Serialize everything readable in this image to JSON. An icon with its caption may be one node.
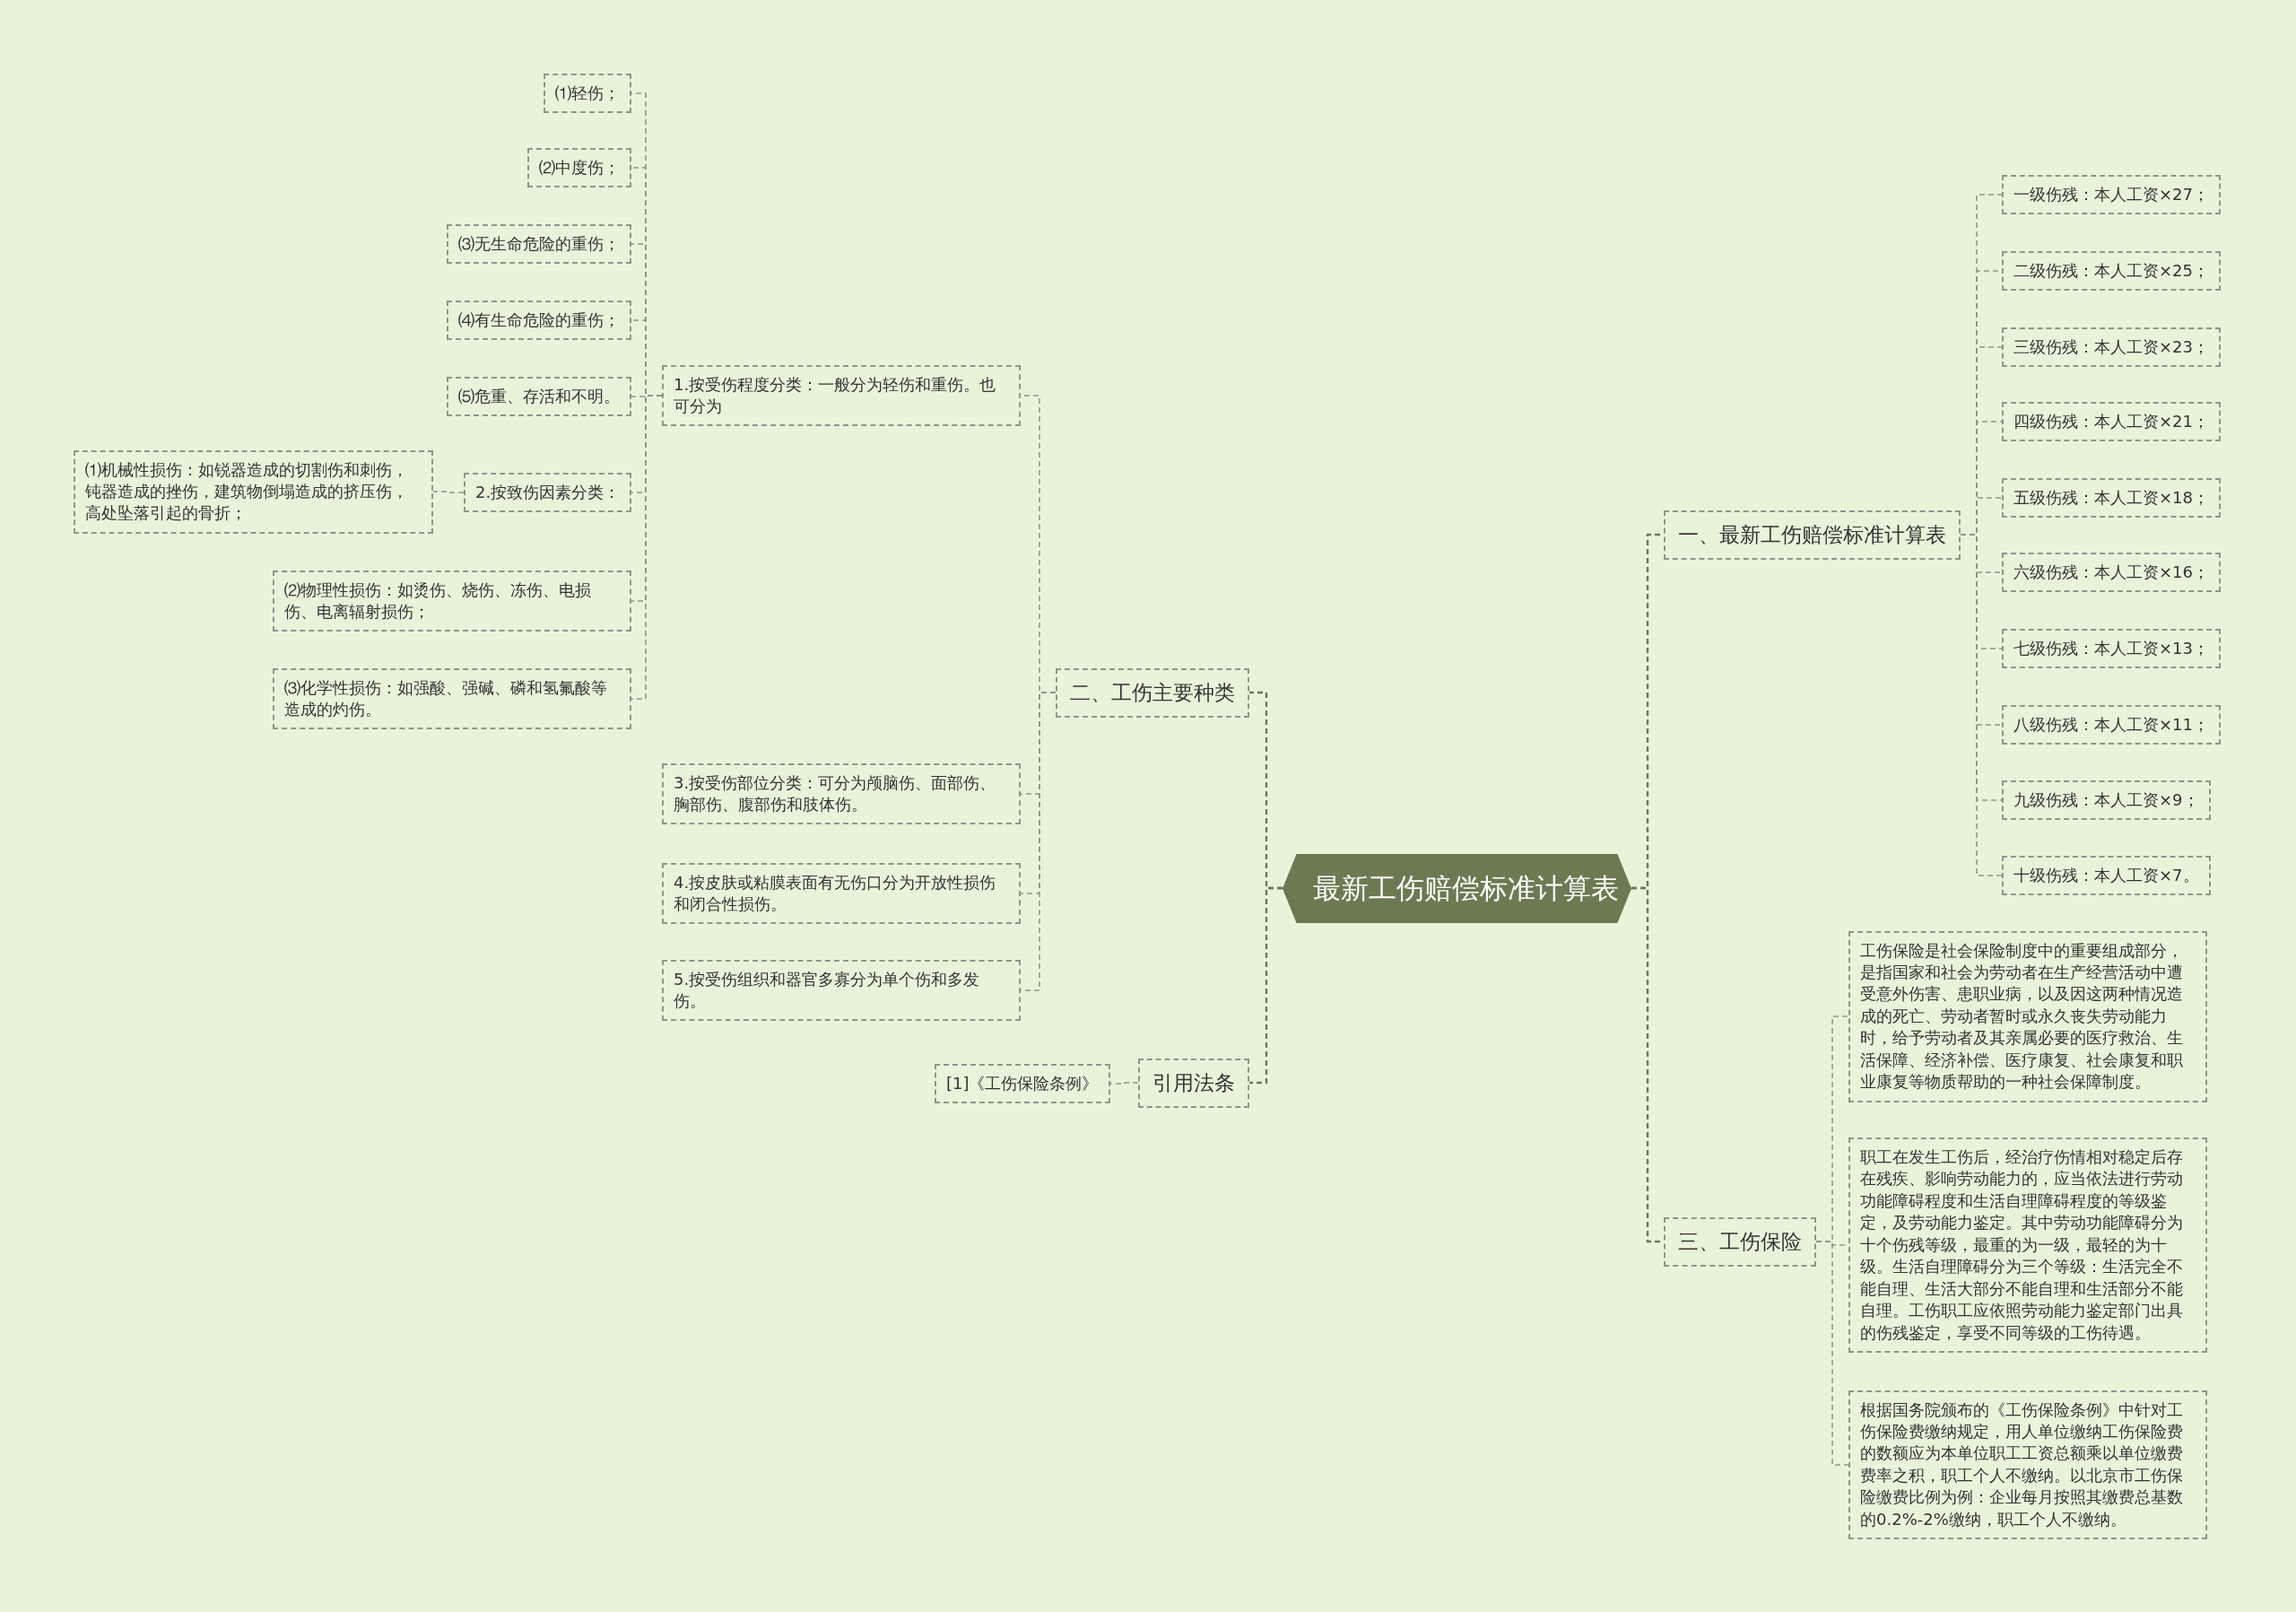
{
  "diagram": {
    "nodes": [
      {
        "text": [
          "最新工伤赔偿标准计算表"
        ]
      },
      {
        "text": [
          "一、最新工伤赔偿标准计算表"
        ]
      },
      {
        "text": [
          "一级伤残：本人工资×27；"
        ]
      },
      {
        "text": [
          "二级伤残：本人工资×25；"
        ]
      },
      {
        "text": [
          "三级伤残：本人工资×23；"
        ]
      },
      {
        "text": [
          "四级伤残：本人工资×21；"
        ]
      },
      {
        "text": [
          "五级伤残：本人工资×18；"
        ]
      },
      {
        "text": [
          "六级伤残：本人工资×16；"
        ]
      },
      {
        "text": [
          "七级伤残：本人工资×13；"
        ]
      },
      {
        "text": [
          "八级伤残：本人工资×11；"
        ]
      },
      {
        "text": [
          "九级伤残：本人工资×9；"
        ]
      },
      {
        "text": [
          "十级伤残：本人工资×7。"
        ]
      },
      {
        "text": [
          "二、工伤主要种类"
        ]
      },
      {
        "text": [
          "1.按受伤程度分类：一般分为轻伤和重伤。也可分为"
        ]
      },
      {
        "text": [
          "⑴轻伤；"
        ]
      },
      {
        "text": [
          "⑵中度伤；"
        ]
      },
      {
        "text": [
          "⑶无生命危险的重伤；"
        ]
      },
      {
        "text": [
          "⑷有生命危险的重伤；"
        ]
      },
      {
        "text": [
          "⑸危重、存活和不明。"
        ]
      },
      {
        "text": [
          "2.按致伤因素分类："
        ]
      },
      {
        "text": [
          "⑴机械性损伤：如锐器造成的切割伤和刺伤，钝器造成的挫伤，建筑物倒塌造成的挤压伤，高处坠落引起的骨折；"
        ]
      },
      {
        "text": [
          "⑵物理性损伤：如烫伤、烧伤、冻伤、电损伤、电离辐射损伤；"
        ]
      },
      {
        "text": [
          "⑶化学性损伤：如强酸、强碱、磷和氢氟酸等造成的灼伤。"
        ]
      },
      {
        "text": [
          "3.按受伤部位分类：可分为颅脑伤、面部伤、胸部伤、腹部伤和肢体伤。"
        ]
      },
      {
        "text": [
          "4.按皮肤或粘膜表面有无伤口分为开放性损伤和闭合性损伤。"
        ]
      },
      {
        "text": [
          "5.按受伤组织和器官多寡分为单个伤和多发伤。"
        ]
      },
      {
        "text": [
          "引用法条"
        ]
      },
      {
        "text": [
          "[1]《工伤保险条例》"
        ]
      },
      {
        "text": [
          "三、工伤保险"
        ]
      },
      {
        "text": [
          "工伤保险是社会保险制度中的重要组成部分，是指国家和社会为劳动者在生产经营活动中遭受意外伤害、患职业病，以及因这两种情况造成的死亡、劳动者暂时或永久丧失劳动能力时，给予劳动者及其亲属必要的医疗救治、生活保障、经济补偿、医疗康复、社会康复和职业康复等物质帮助的一种社会保障制度。"
        ]
      },
      {
        "text": [
          "职工在发生工伤后，经治疗伤情相对稳定后存在残疾、影响劳动能力的，应当依法进行劳动功能障碍程度和生活自理障碍程度的等级鉴定，及劳动能力鉴定。其中劳动功能障碍分为十个伤残等级，最重的为一级，最轻的为十级。生活自理障碍分为三个等级：生活完全不能自理、生活大部分不能自理和生活部分不能自理。工伤职工应依照劳动能力鉴定部门出具的伤残鉴定，享受不同等级的工伤待遇。"
        ]
      },
      {
        "text": [
          "根据国务院颁布的《工伤保险条例》中针对工伤保险费缴纳规定，用人单位缴纳工伤保险费的数额应为本单位职工工资总额乘以单位缴费费率之积，职工个人不缴纳。以北京市工伤保险缴费比例为例：企业每月按照其缴费总基数的0.2%-2%缴纳，职工个人不缴纳。"
        ]
      }
    ],
    "edges": [
      {
        "from": 0,
        "to": 1,
        "arrow": "none",
        "color": "#6b7a52"
      },
      {
        "from": 1,
        "to": 2,
        "arrow": "none"
      },
      {
        "from": 1,
        "to": 3,
        "arrow": "none"
      },
      {
        "from": 1,
        "to": 4,
        "arrow": "none"
      },
      {
        "from": 1,
        "to": 5,
        "arrow": "none"
      },
      {
        "from": 1,
        "to": 6,
        "arrow": "none"
      },
      {
        "from": 1,
        "to": 7,
        "arrow": "none"
      },
      {
        "from": 1,
        "to": 8,
        "arrow": "none"
      },
      {
        "from": 1,
        "to": 9,
        "arrow": "none"
      },
      {
        "from": 1,
        "to": 10,
        "arrow": "none"
      },
      {
        "from": 1,
        "to": 11,
        "arrow": "none"
      },
      {
        "from": 0,
        "to": 12,
        "arrow": "none",
        "color": "#6b7a52"
      },
      {
        "from": 12,
        "to": 13,
        "arrow": "none"
      },
      {
        "from": 13,
        "to": 14,
        "arrow": "none"
      },
      {
        "from": 13,
        "to": 15,
        "arrow": "none"
      },
      {
        "from": 13,
        "to": 16,
        "arrow": "none"
      },
      {
        "from": 13,
        "to": 17,
        "arrow": "none"
      },
      {
        "from": 13,
        "to": 18,
        "arrow": "none"
      },
      {
        "from": 13,
        "to": 19,
        "arrow": "none"
      },
      {
        "from": 19,
        "to": 20,
        "arrow": "none"
      },
      {
        "from": 13,
        "to": 21,
        "arrow": "none"
      },
      {
        "from": 13,
        "to": 22,
        "arrow": "none"
      },
      {
        "from": 12,
        "to": 23,
        "arrow": "none"
      },
      {
        "from": 12,
        "to": 24,
        "arrow": "none"
      },
      {
        "from": 12,
        "to": 25,
        "arrow": "none"
      },
      {
        "from": 0,
        "to": 26,
        "arrow": "none",
        "color": "#6b7a52"
      },
      {
        "from": 26,
        "to": 27,
        "arrow": "none"
      },
      {
        "from": 0,
        "to": 28,
        "arrow": "none",
        "color": "#6b7a52"
      },
      {
        "from": 28,
        "to": 29,
        "arrow": "none"
      },
      {
        "from": 28,
        "to": 30,
        "arrow": "none"
      },
      {
        "from": 28,
        "to": 31,
        "arrow": "none"
      }
    ]
  }
}
